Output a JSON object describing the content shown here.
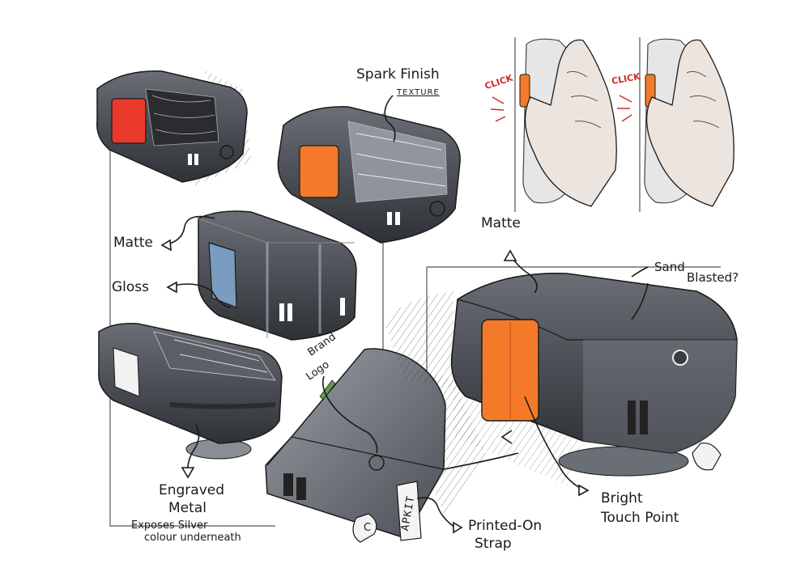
{
  "annotations": {
    "spark_finish": "Spark Finish",
    "texture": "TEXTURE",
    "click_left": "CLICK",
    "click_right": "CLICK",
    "matte_left": "Matte",
    "gloss": "Gloss",
    "matte_right": "Matte",
    "sand_blasted_1": "Sand",
    "sand_blasted_2": "Blasted?",
    "brand_logo_1": "Brand",
    "brand_logo_2": "Logo",
    "engraved_1": "Engraved",
    "engraved_2": "Metal",
    "exposes_1": "Exposes Silver",
    "exposes_2": "colour underneath",
    "printed_1": "Printed-On",
    "printed_2": "Strap",
    "bright_1": "Bright",
    "bright_2": "Touch Point",
    "strap_print": "APKIT",
    "tag_letter": "C"
  },
  "colors": {
    "body_dark": "#3a3d42",
    "body_mid": "#575b62",
    "body_light": "#8a8f96",
    "accent_red": "#e8392b",
    "accent_orange": "#f47a2a",
    "accent_blue": "#7a9cc0",
    "accent_green": "#5fa04a",
    "ink": "#1a1a1a",
    "hand_fill": "#ece4de",
    "click_red": "#d22a2a"
  }
}
